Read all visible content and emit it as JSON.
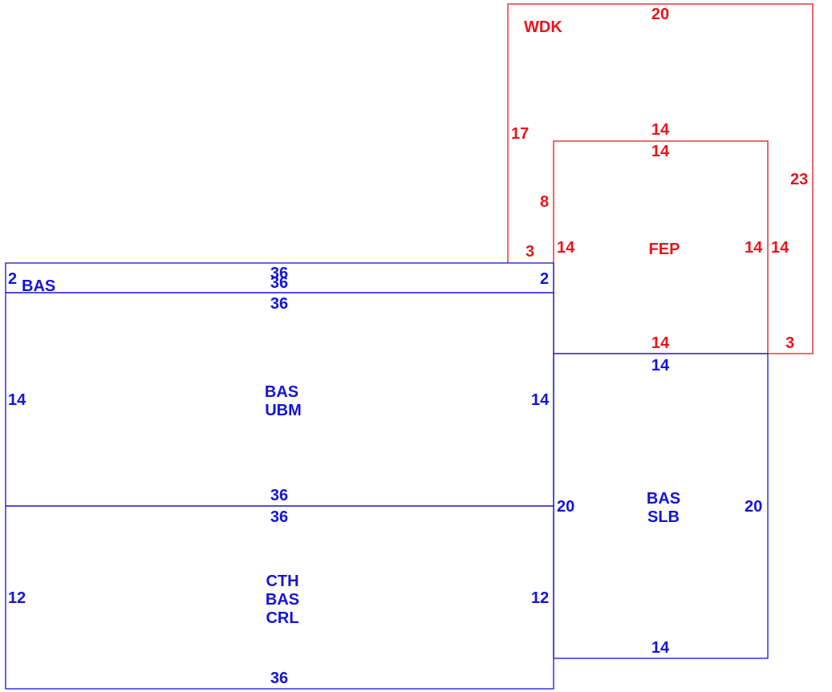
{
  "colors": {
    "red": "#e8141c",
    "blue": "#1414d8"
  },
  "red": {
    "wdk": {
      "name": "WDK",
      "top": "20",
      "left": "17",
      "right": "23",
      "bottom": "3",
      "bottom_left": "3",
      "inner_left": "8"
    },
    "fep": {
      "name": "FEP",
      "top": "14",
      "inner_top": "14",
      "left": "14",
      "right": "14",
      "outer_right": "14",
      "bottom": "14"
    }
  },
  "blue": {
    "bas_strip": {
      "name": "BAS",
      "top": "36",
      "bottom": "36",
      "left": "2",
      "right": "2"
    },
    "bas_ubm": {
      "line1": "BAS",
      "line2": "UBM",
      "top": "36",
      "left": "14",
      "right": "14",
      "bottom": "36"
    },
    "cth_bas_crl": {
      "line1": "CTH",
      "line2": "BAS",
      "line3": "CRL",
      "top": "36",
      "left": "12",
      "right": "12",
      "bottom": "36"
    },
    "bas_slb": {
      "line1": "BAS",
      "line2": "SLB",
      "top": "14",
      "left": "20",
      "right": "20",
      "bottom": "14"
    }
  }
}
